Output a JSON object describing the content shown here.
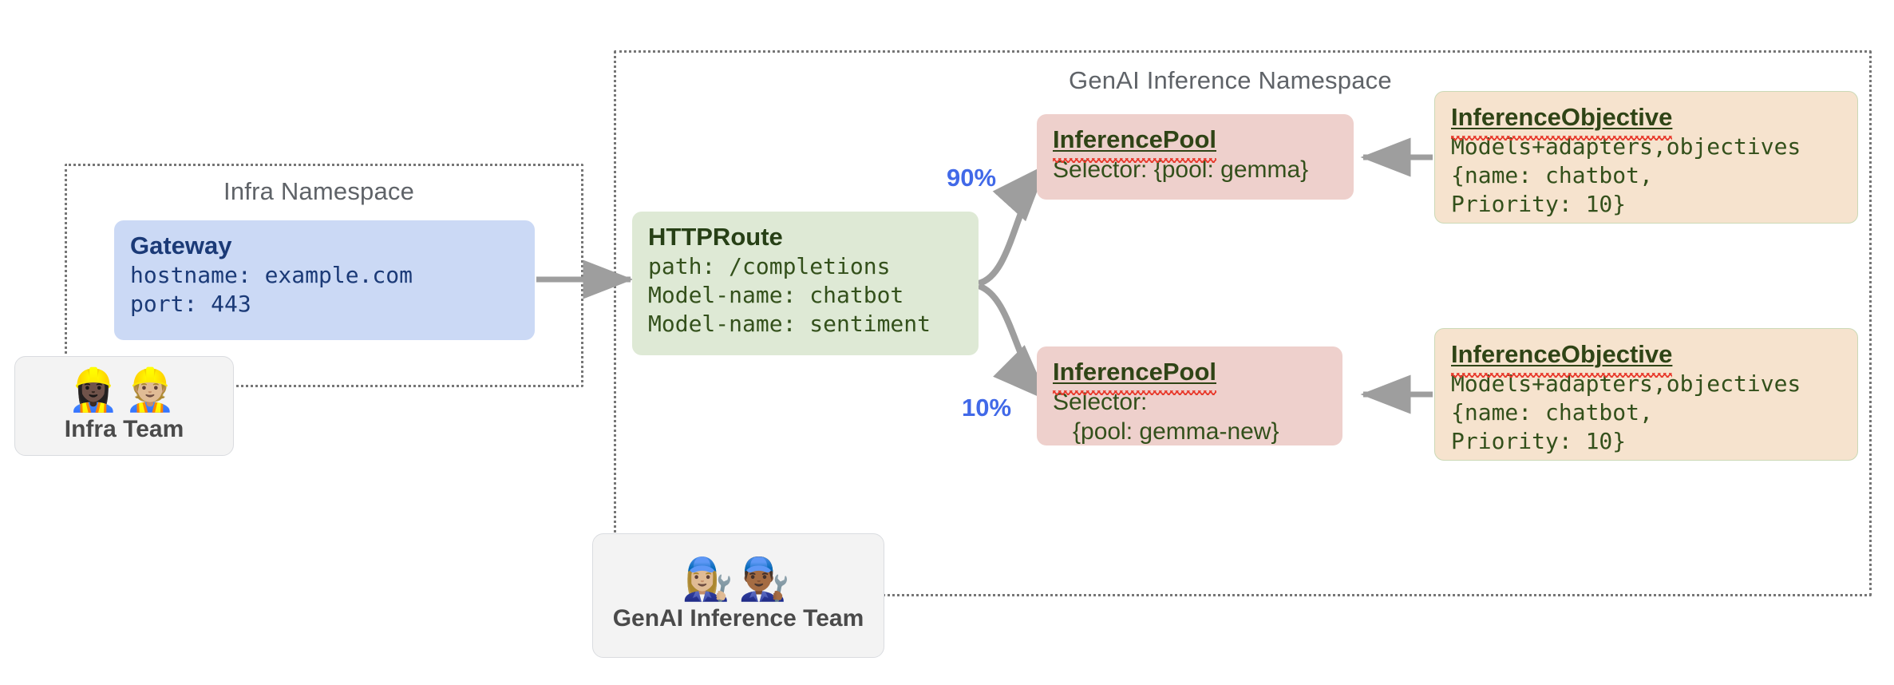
{
  "diagram": {
    "namespaces": [
      {
        "id": "infra",
        "title": "Infra Namespace"
      },
      {
        "id": "genai",
        "title": "GenAI Inference Namespace"
      }
    ],
    "gateway": {
      "title": "Gateway",
      "lines": [
        "hostname: example.com",
        "port: 443"
      ]
    },
    "httproute": {
      "title": "HTTPRoute",
      "lines": [
        "path: /completions",
        "Model-name: chatbot",
        "Model-name: sentiment"
      ]
    },
    "pools": [
      {
        "title": "InferencePool",
        "lines": [
          "Selector: {pool: gemma}"
        ],
        "weight": "90%"
      },
      {
        "title": "InferencePool",
        "lines": [
          "Selector:",
          "   {pool: gemma-new}"
        ],
        "weight": "10%"
      }
    ],
    "objectives": [
      {
        "title": "InferenceObjective",
        "lines": [
          "Models+adapters,objectives",
          "{name: chatbot,",
          "Priority: 10}"
        ]
      },
      {
        "title": "InferenceObjective",
        "lines": [
          "Models+adapters,objectives",
          "{name: chatbot,",
          "Priority: 10}"
        ]
      }
    ],
    "teams": [
      {
        "id": "infra-team",
        "label": "Infra Team",
        "faces": "👷🏿‍♀️👷🏼"
      },
      {
        "id": "genai-team",
        "label": "GenAI Inference Team",
        "faces": "👩🏼‍🔧👨🏾‍🔧"
      }
    ],
    "colors": {
      "gateway_fill": "#CBD9F5",
      "httproute_fill": "#DEE9D5",
      "pool_fill": "#EED0CC",
      "objective_fill": "#F6E3CE",
      "team_fill": "#F3F3F3",
      "arrow": "#9E9E9E",
      "weight_text": "#4169E8",
      "namespace_border": "#767676",
      "spellcheck_underline": "#E8392B"
    }
  }
}
